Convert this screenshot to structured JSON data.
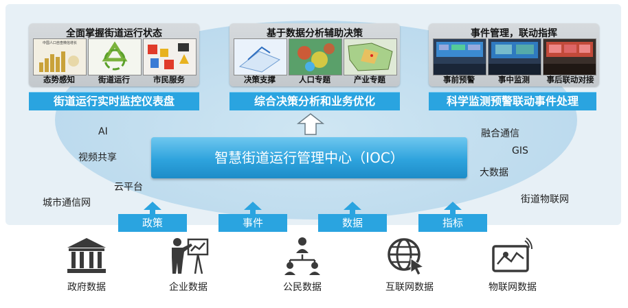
{
  "cards": [
    {
      "title": "全面掌握街道运行状态",
      "items": [
        "态势感知",
        "街道运行",
        "市民服务"
      ],
      "thumb_text": "中国人口自查微信增长"
    },
    {
      "title": "基于数据分析辅助决策",
      "items": [
        "决策支撑",
        "人口专题",
        "产业专题"
      ]
    },
    {
      "title": "事件管理，联动指挥",
      "items": [
        "事前预警",
        "事中监测",
        "事后联动对接"
      ]
    }
  ],
  "bands": [
    "街道运行实时监控仪表盘",
    "综合决策分析和业务优化",
    "科学监测预警联动事件处理"
  ],
  "center": "智慧街道运行管理中心（IOC）",
  "left_labels": [
    "AI",
    "视频共享",
    "云平台",
    "城市通信网"
  ],
  "right_labels": [
    "融合通信",
    "GIS",
    "大数据",
    "街道物联网"
  ],
  "inputs": [
    "政策",
    "事件",
    "数据",
    "指标"
  ],
  "sources": [
    {
      "label": "政府数据",
      "icon": "government-building-icon"
    },
    {
      "label": "企业数据",
      "icon": "presenter-chart-icon"
    },
    {
      "label": "公民数据",
      "icon": "people-network-icon"
    },
    {
      "label": "互联网数据",
      "icon": "globe-cursor-icon"
    },
    {
      "label": "物联网数据",
      "icon": "map-device-icon"
    }
  ],
  "colors": {
    "accent": "#2aa4e0",
    "panel": "#e7f0f6",
    "ellipse": "#bfdcee",
    "icon": "#3a3a3a"
  }
}
